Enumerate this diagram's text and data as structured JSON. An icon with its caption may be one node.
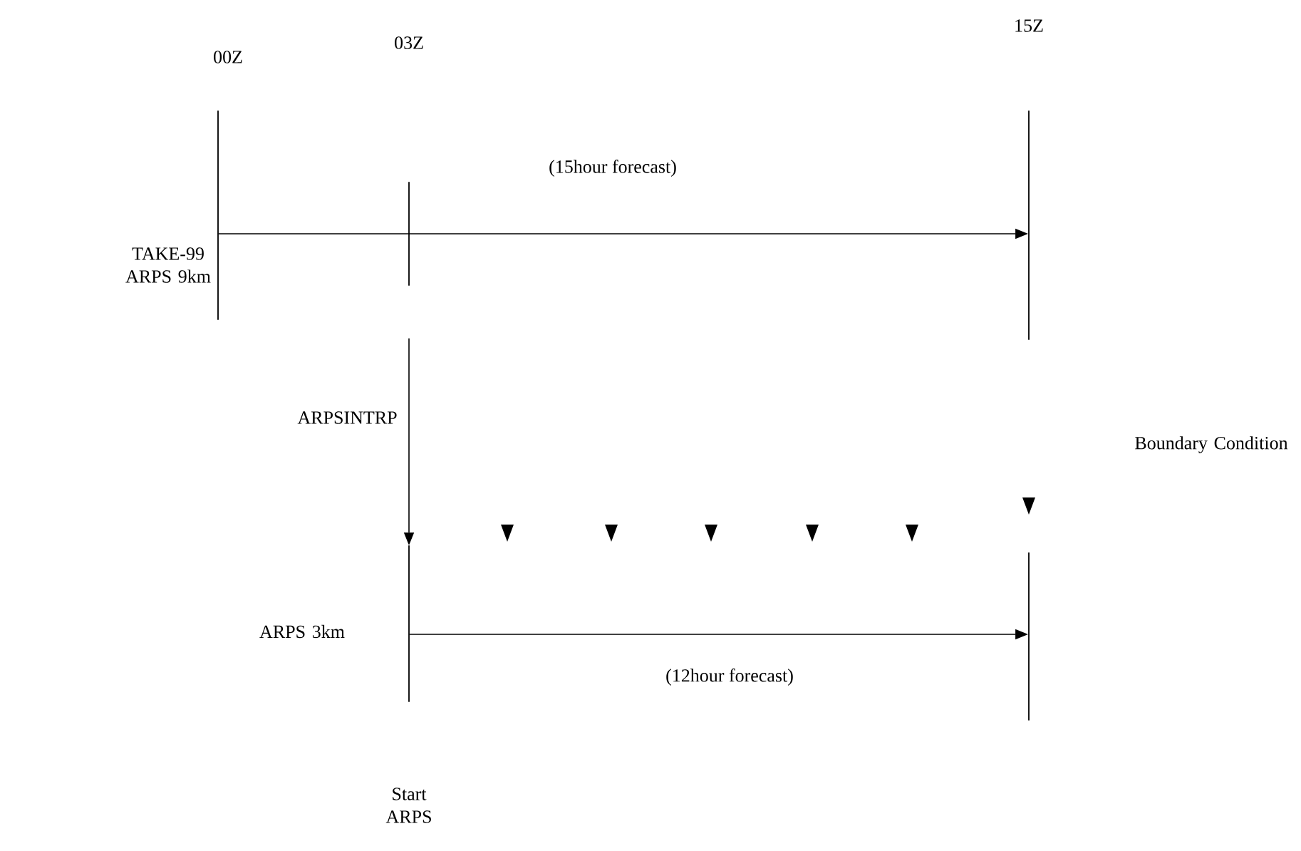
{
  "diagram": {
    "nodes": [
      {
        "text": [
          "00Z"
        ]
      },
      {
        "text": [],
        "shape": "bar"
      },
      {
        "text": [
          "15Z"
        ]
      },
      {
        "text": [
          "Start ARPS"
        ]
      },
      {
        "text": [],
        "shape": "bar"
      }
    ],
    "edges": [
      {
        "from": 0,
        "to": 2,
        "arrow": "to",
        "label": "(15hour forecast)"
      },
      {
        "from": 1,
        "to": 3,
        "arrow": "to",
        "label": "ARPSINTRP"
      },
      {
        "from": 3,
        "to": 4,
        "arrow": "to",
        "label": "(12hour forecast)"
      }
    ],
    "labels": [
      "03Z",
      "TAKE-99 ARPS 9km",
      "ARPS 3km",
      "Boundary Condition"
    ]
  }
}
